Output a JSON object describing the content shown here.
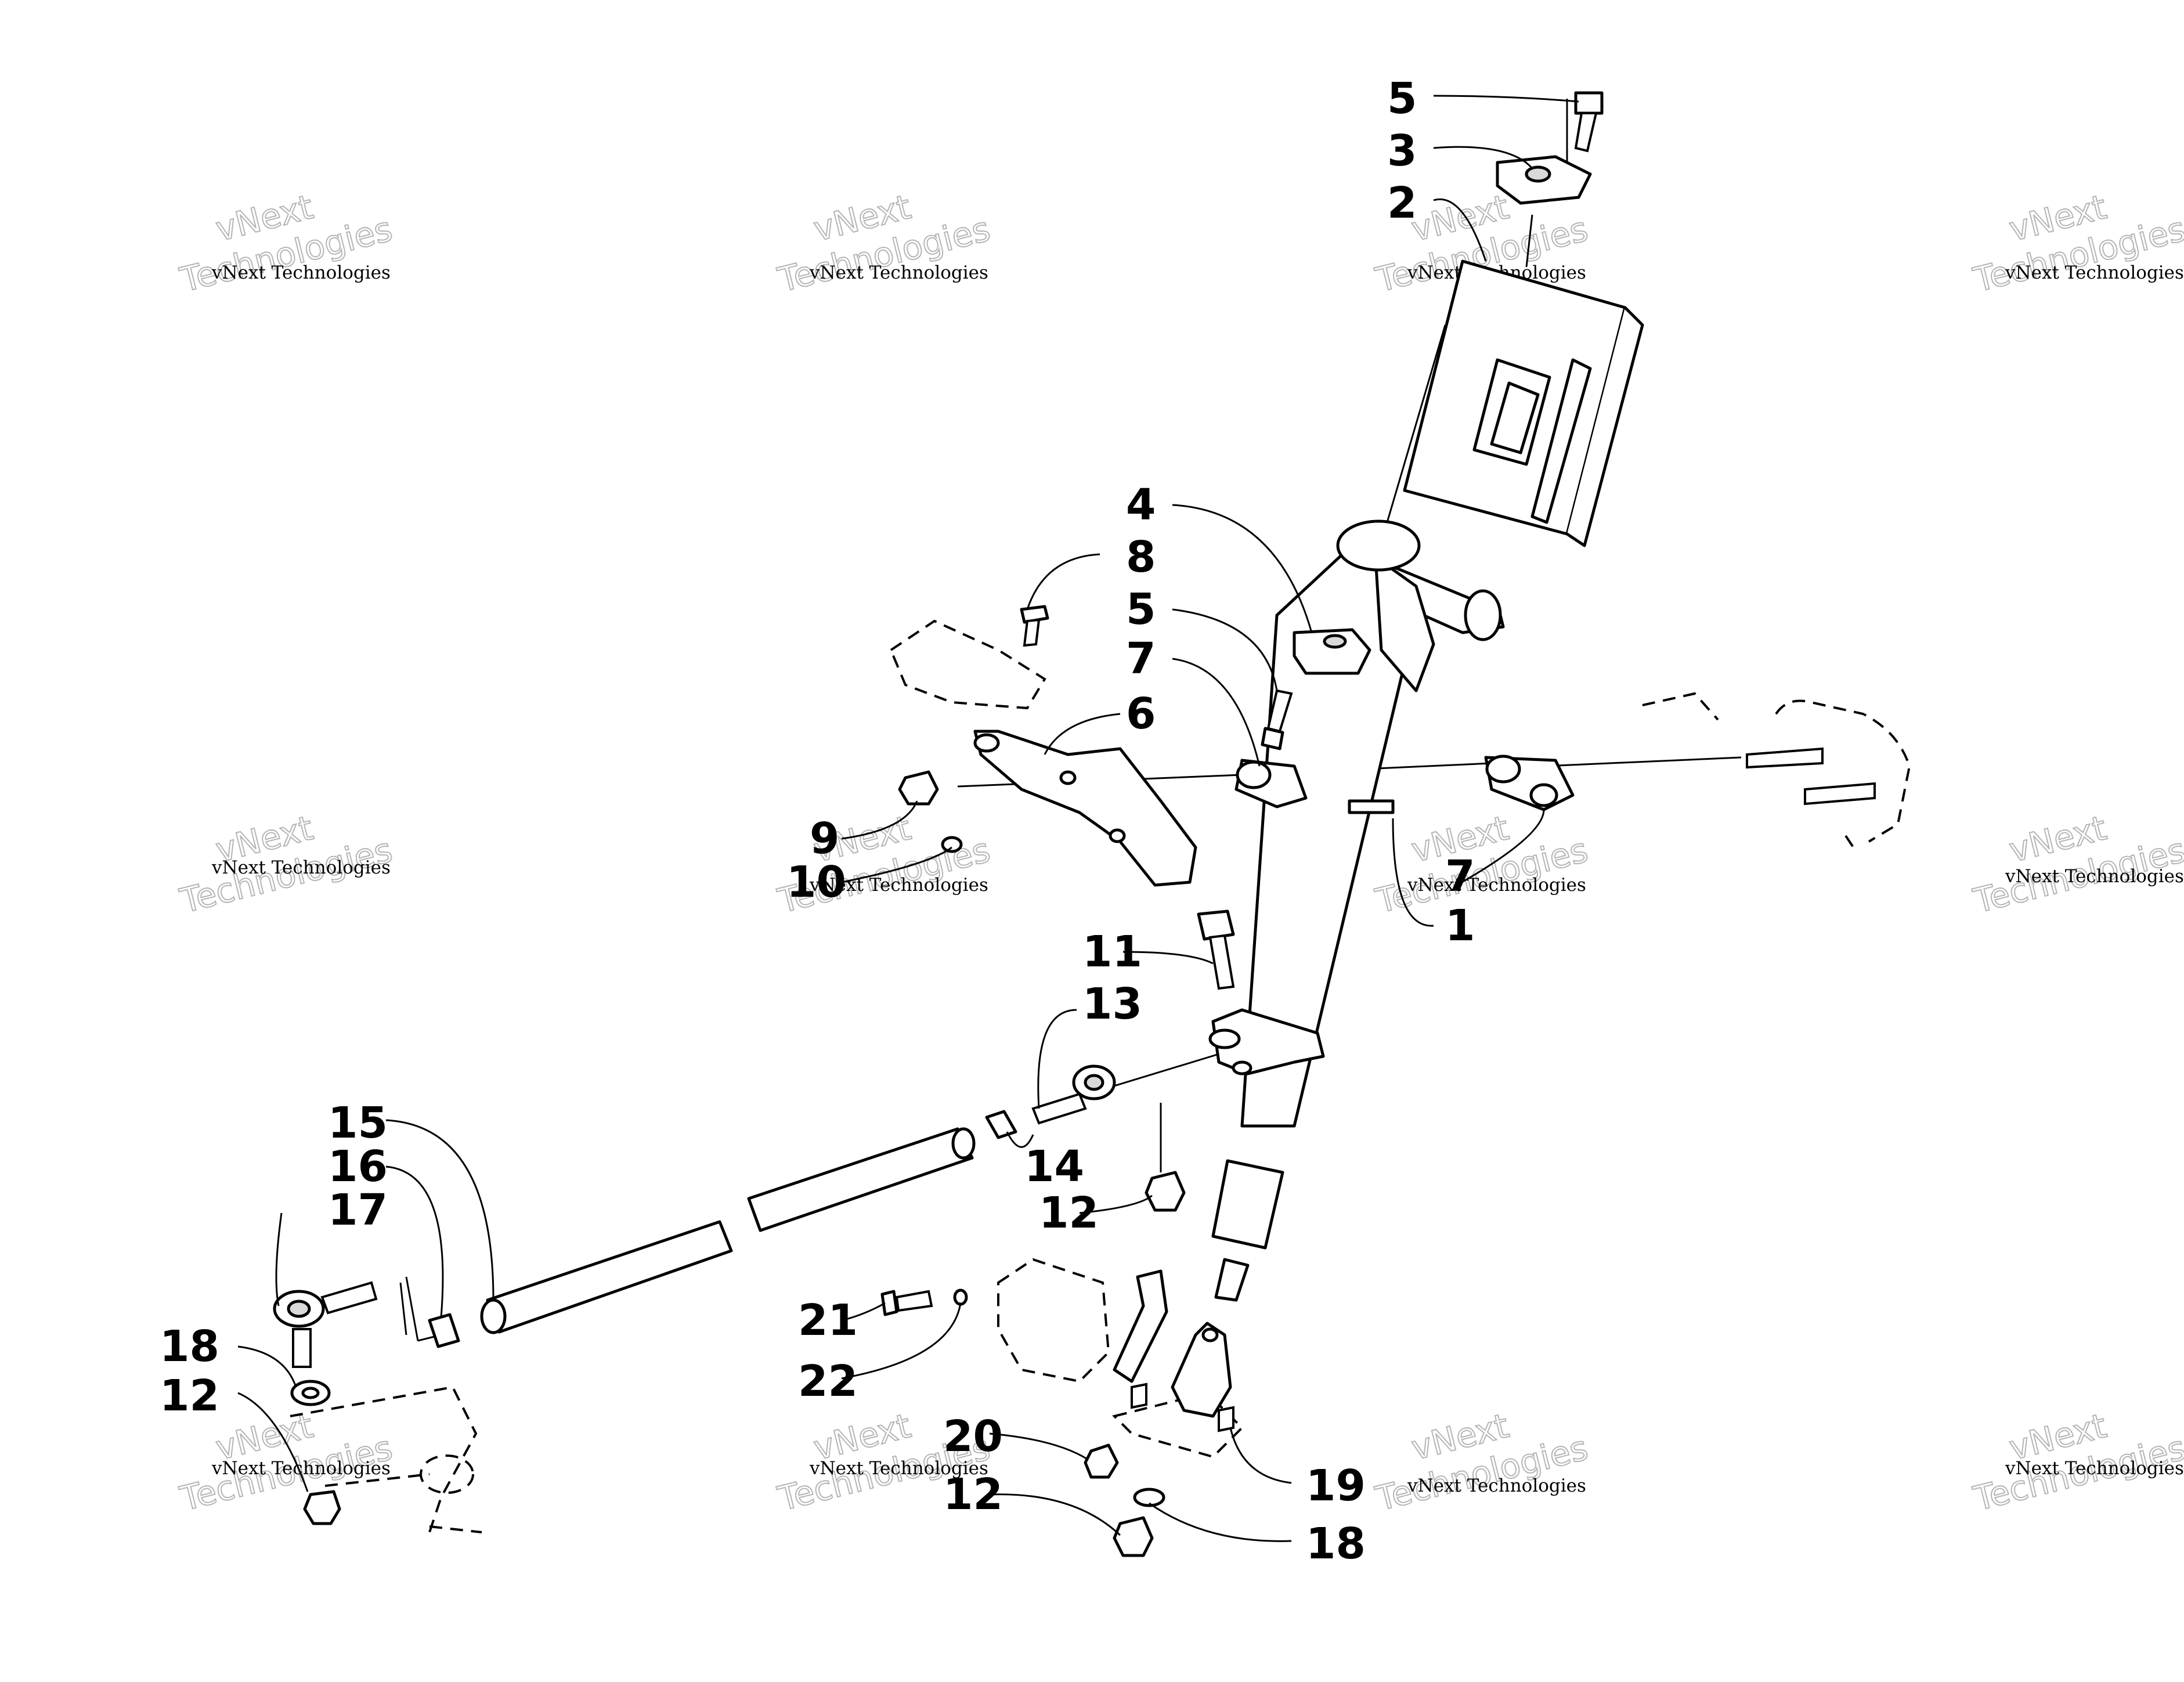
{
  "watermark": {
    "brand": "vNext",
    "company": "Technologies",
    "full": "vNext Technologies"
  },
  "callouts": [
    "5",
    "3",
    "2",
    "4",
    "8",
    "5",
    "7",
    "6",
    "9",
    "10",
    "7",
    "1",
    "11",
    "13",
    "15",
    "16",
    "14",
    "17",
    "12",
    "18",
    "12",
    "21",
    "22",
    "20",
    "12",
    "19",
    "18"
  ],
  "colors": {
    "line": "#000000",
    "background": "#ffffff",
    "watermark": "#b5b5b5"
  }
}
